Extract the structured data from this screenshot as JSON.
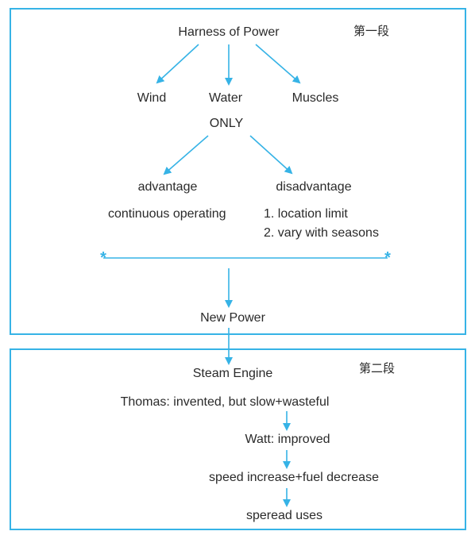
{
  "section1": {
    "tag": "第一段",
    "title": "Harness of Power",
    "sources": [
      "Wind",
      "Water",
      "Muscles"
    ],
    "only": "ONLY",
    "advantage": {
      "heading": "advantage",
      "text": "continuous operating"
    },
    "disadvantage": {
      "heading": "disadvantage",
      "items": [
        "1. location limit",
        "2. vary with seasons"
      ]
    },
    "result": "New Power"
  },
  "section2": {
    "tag": "第二段",
    "title": "Steam Engine",
    "steps": [
      "Thomas: invented, but slow+wasteful",
      "Watt: improved",
      "speed increase+fuel decrease",
      "speread uses"
    ]
  },
  "colors": {
    "accent": "#36b3e6",
    "text": "#2a2a2a"
  },
  "icons": {
    "asterisk": "*"
  }
}
